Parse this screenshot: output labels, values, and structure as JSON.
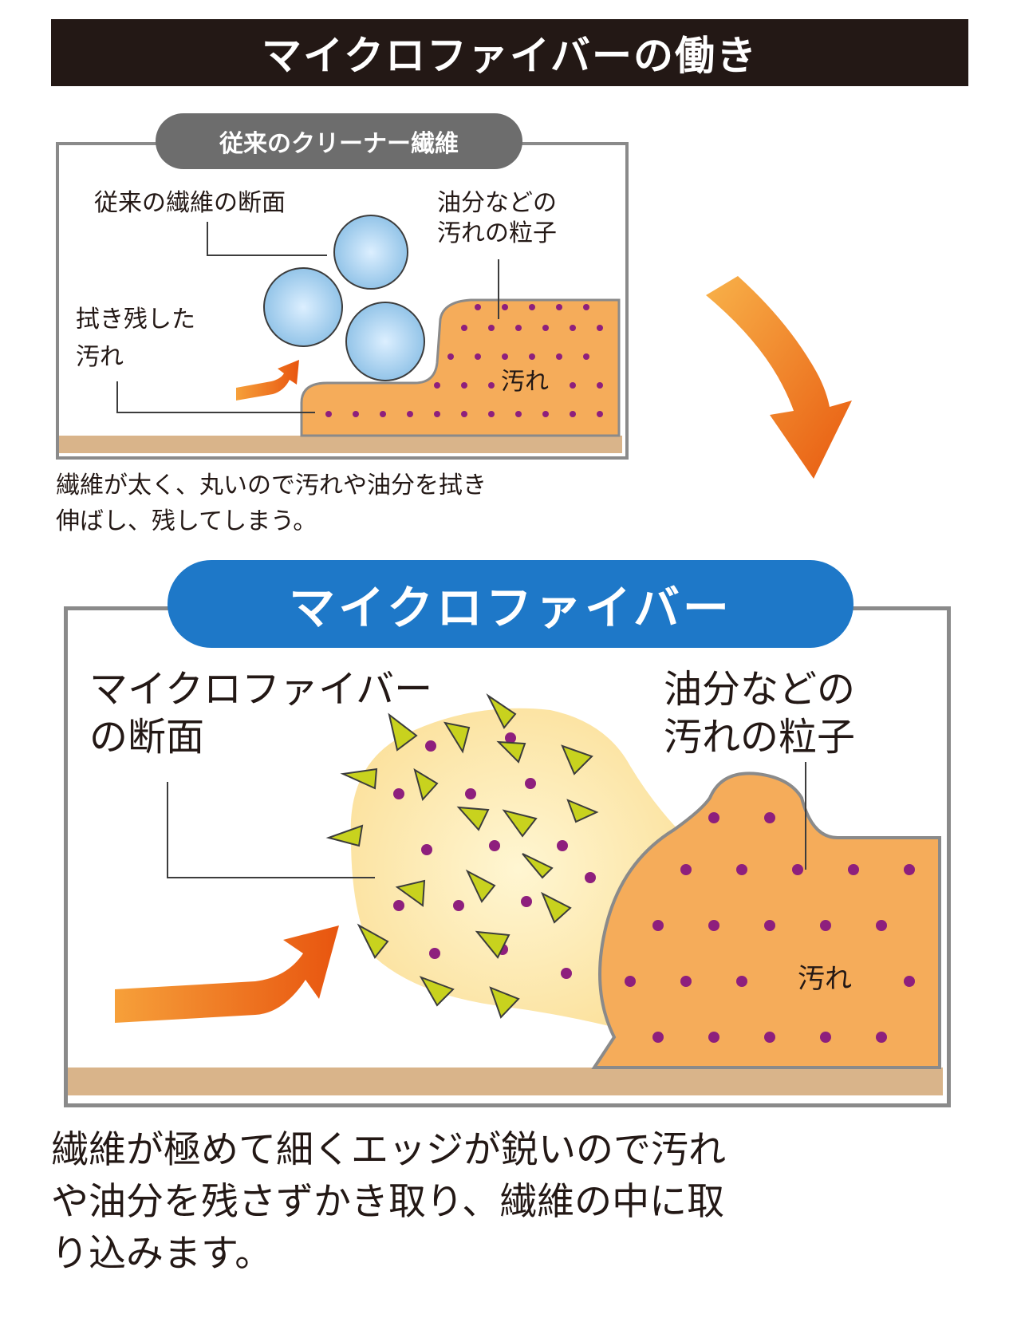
{
  "title": "マイクロファイバーの働き",
  "conventional": {
    "header": "従来のクリーナー繊維",
    "fiber_label": "従来の繊維の断面",
    "particle_label": "油分などの\n汚れの粒子",
    "residue_label": "拭き残した\n汚れ",
    "dirt_label": "汚れ",
    "caption": "繊維が太く、丸いので汚れや油分を拭き\n伸ばし、残してしまう。"
  },
  "microfiber": {
    "header": "マイクロファイバー",
    "fiber_label": "マイクロファイバー\nの断面",
    "particle_label": "油分などの\n汚れの粒子",
    "dirt_label": "汚れ",
    "caption": "繊維が極めて細くエッジが鋭いので汚れ\nや油分を残さずかき取り、繊維の中に取\nり込みます。"
  },
  "colors": {
    "banner": "#231815",
    "conventional_header": "#6d6d6d",
    "microfiber_header": "#1e78c8",
    "dirt": "#f5ac5a",
    "particle": "#8e1f7d",
    "fiber_round": "#a9d2ee",
    "microfiber_body": "#fbe6a6",
    "edge_triangle": "#c8d21e",
    "arrow": "#ef6d12",
    "floor": "#d9b48a"
  }
}
